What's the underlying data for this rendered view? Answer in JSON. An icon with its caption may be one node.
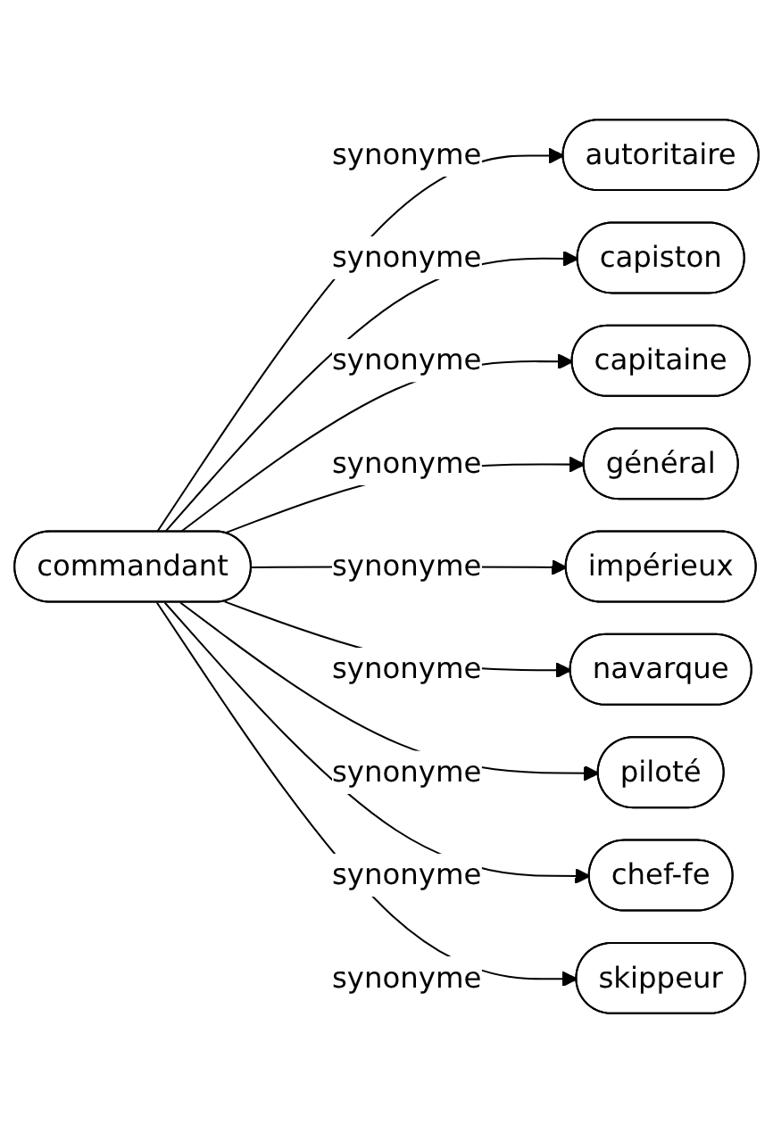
{
  "diagram": {
    "nodes": [
      {
        "text": [
          "commandant"
        ]
      },
      {
        "text": [
          "autoritaire"
        ]
      },
      {
        "text": [
          "capiston"
        ]
      },
      {
        "text": [
          "capitaine"
        ]
      },
      {
        "text": [
          "général"
        ]
      },
      {
        "text": [
          "impérieux"
        ]
      },
      {
        "text": [
          "navarque"
        ]
      },
      {
        "text": [
          "piloté"
        ]
      },
      {
        "text": [
          "chef-fe"
        ]
      },
      {
        "text": [
          "skippeur"
        ]
      }
    ],
    "edges": [
      {
        "from": 0,
        "to": 1,
        "arrow": "to",
        "label": "synonyme"
      },
      {
        "from": 0,
        "to": 2,
        "arrow": "to",
        "label": "synonyme"
      },
      {
        "from": 0,
        "to": 3,
        "arrow": "to",
        "label": "synonyme"
      },
      {
        "from": 0,
        "to": 4,
        "arrow": "to",
        "label": "synonyme"
      },
      {
        "from": 0,
        "to": 5,
        "arrow": "to",
        "label": "synonyme"
      },
      {
        "from": 0,
        "to": 6,
        "arrow": "to",
        "label": "synonyme"
      },
      {
        "from": 0,
        "to": 7,
        "arrow": "to",
        "label": "synonyme"
      },
      {
        "from": 0,
        "to": 8,
        "arrow": "to",
        "label": "synonyme"
      },
      {
        "from": 0,
        "to": 9,
        "arrow": "to",
        "label": "synonyme"
      }
    ]
  }
}
